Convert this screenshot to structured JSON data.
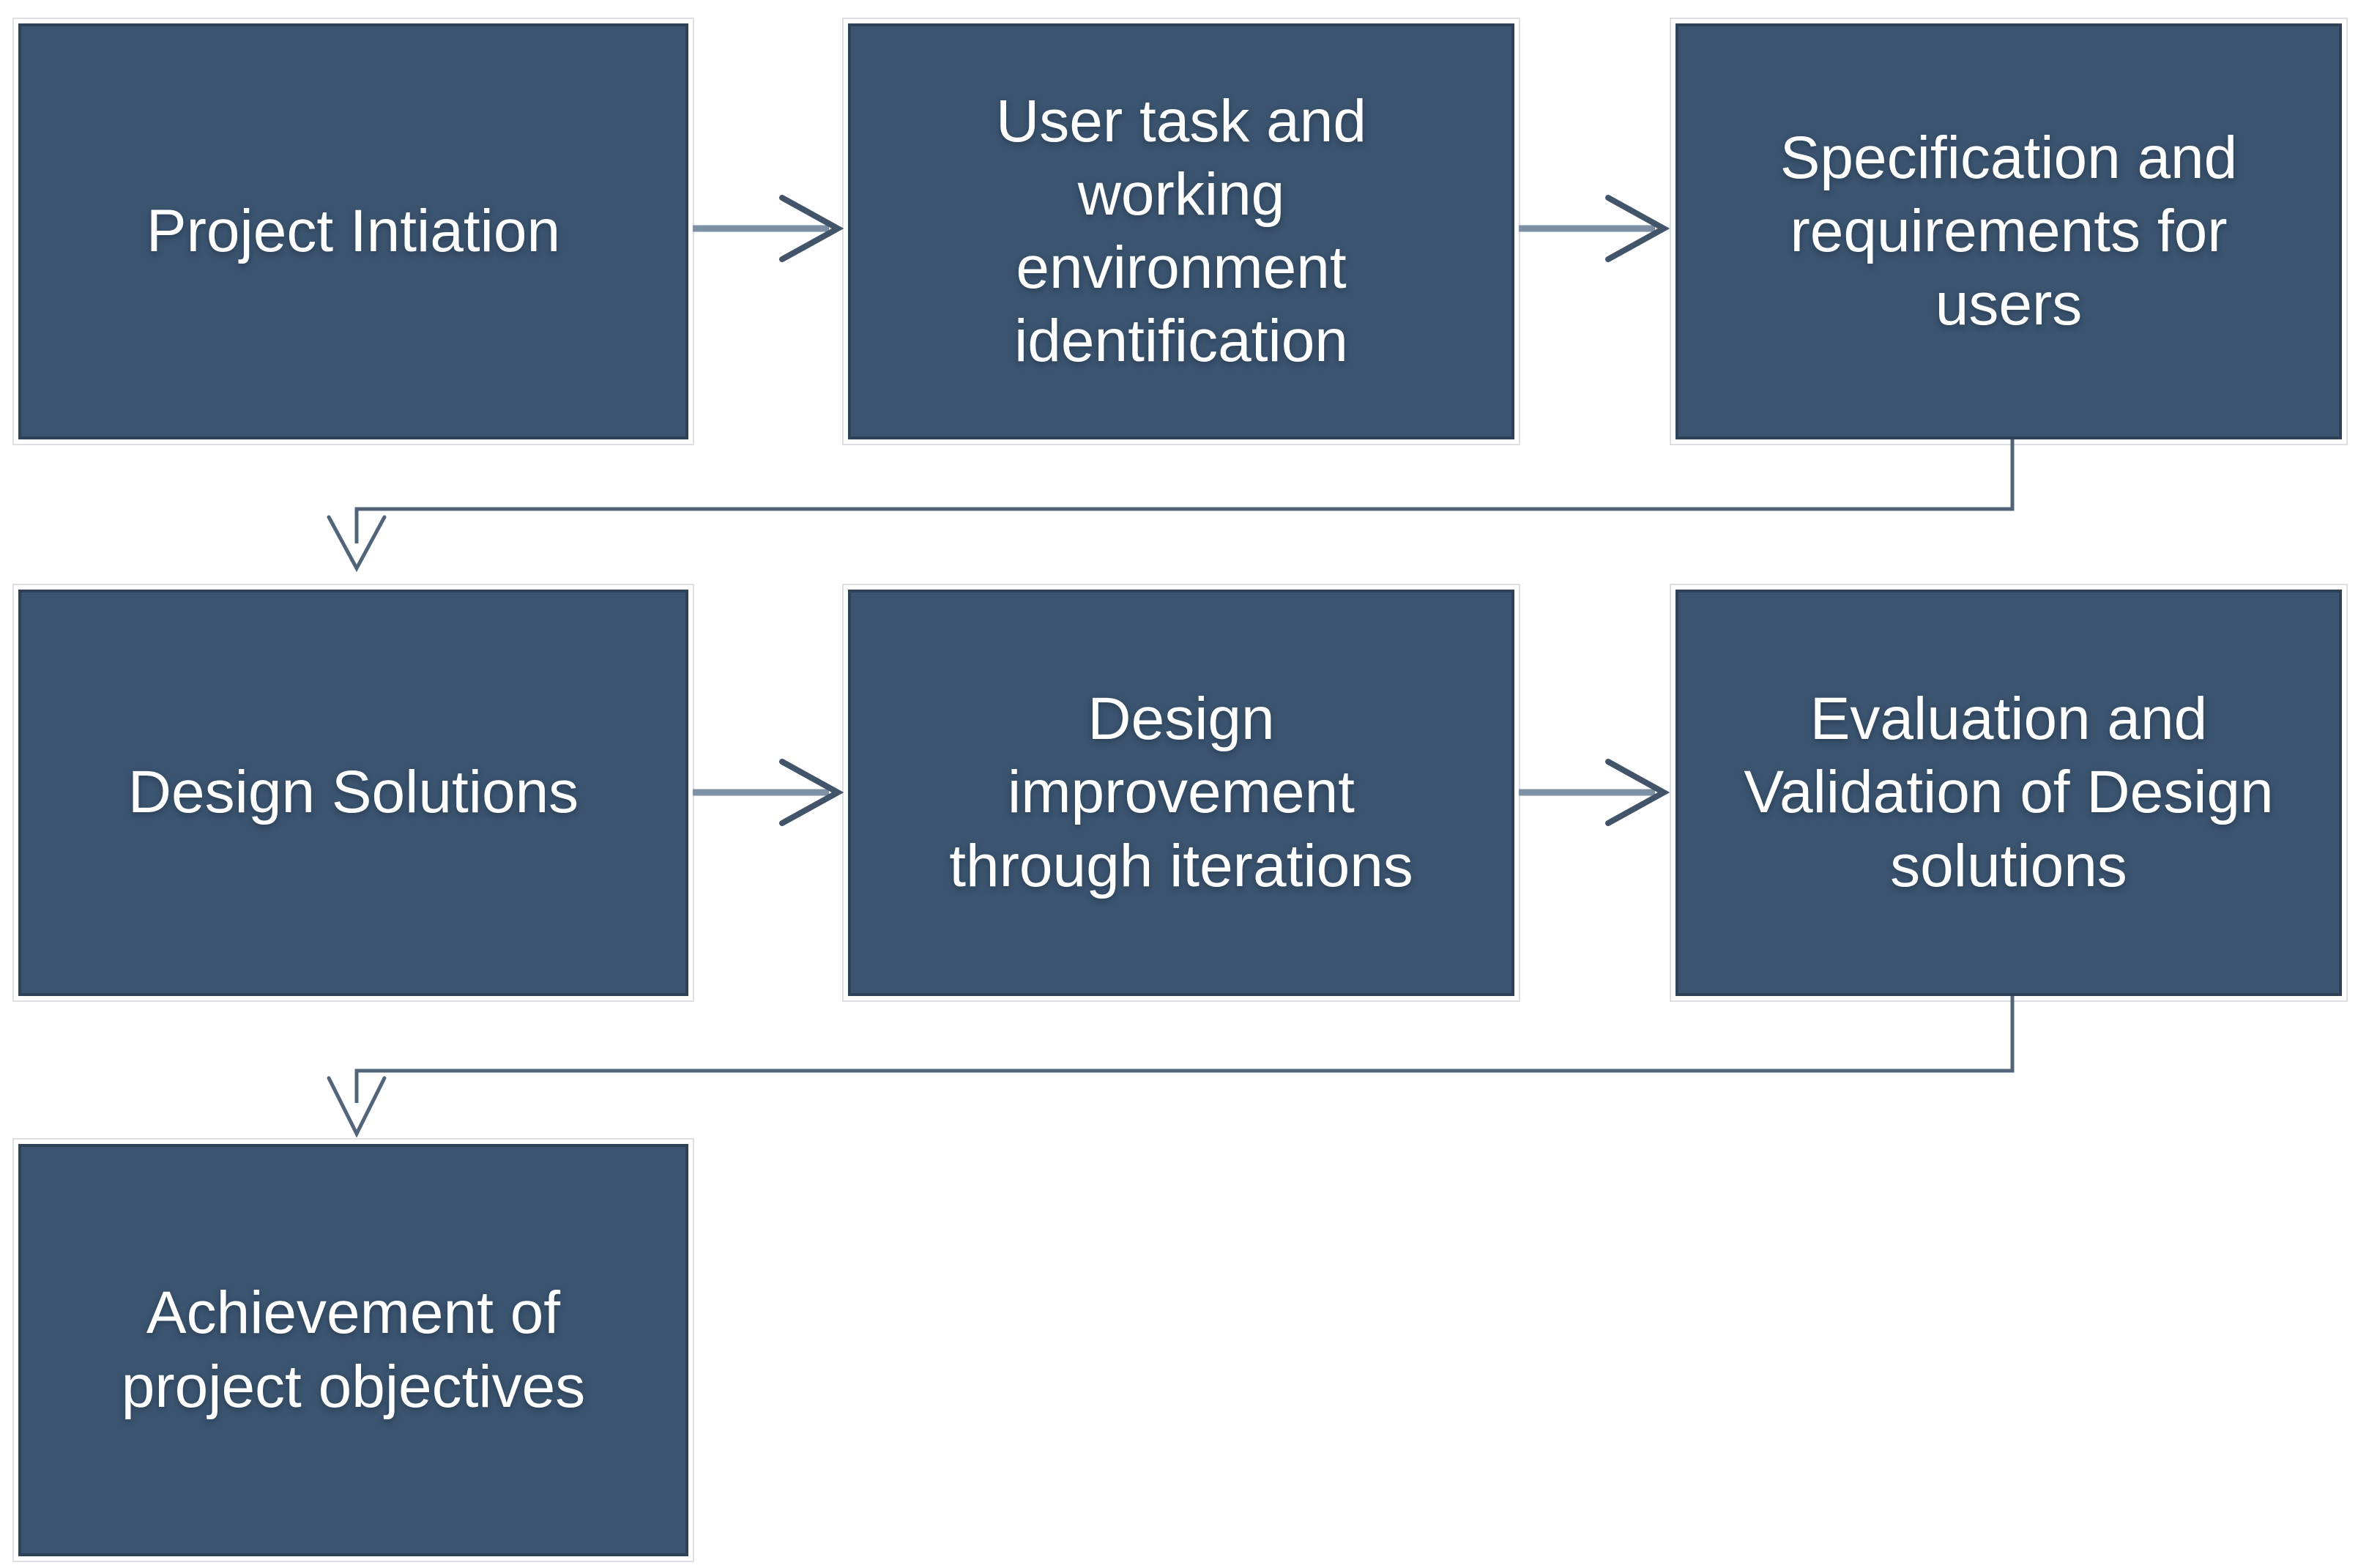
{
  "diagram": {
    "type": "flowchart",
    "colors": {
      "background": "#ffffff",
      "node_fill": "#3b546f",
      "node_border": "#2d4257",
      "node_outline": "#dcdfe3",
      "node_text": "#ffffff",
      "connector": "#51647a",
      "arrow_shaft": "#7e90a4",
      "arrow_head": "#415469"
    },
    "nodes": [
      {
        "id": "project-initiation",
        "label": "Project Intiation"
      },
      {
        "id": "user-task-environment",
        "label": "User task and\nworking\nenvironment\nidentification"
      },
      {
        "id": "specification-requirements",
        "label": "Specification and\nrequirements for\nusers"
      },
      {
        "id": "design-solutions",
        "label": "Design Solutions"
      },
      {
        "id": "design-improvement",
        "label": "Design\nimprovement\nthrough iterations"
      },
      {
        "id": "evaluation-validation",
        "label": "Evaluation and\nValidation of Design\nsolutions"
      },
      {
        "id": "achievement-objectives",
        "label": "Achievement of\nproject objectives"
      }
    ],
    "edges": [
      {
        "from": "project-initiation",
        "to": "user-task-environment",
        "style": "straight-arrow"
      },
      {
        "from": "user-task-environment",
        "to": "specification-requirements",
        "style": "straight-arrow"
      },
      {
        "from": "specification-requirements",
        "to": "design-solutions",
        "style": "elbow-arrow"
      },
      {
        "from": "design-solutions",
        "to": "design-improvement",
        "style": "straight-arrow"
      },
      {
        "from": "design-improvement",
        "to": "evaluation-validation",
        "style": "straight-arrow"
      },
      {
        "from": "evaluation-validation",
        "to": "achievement-objectives",
        "style": "elbow-arrow"
      }
    ]
  }
}
